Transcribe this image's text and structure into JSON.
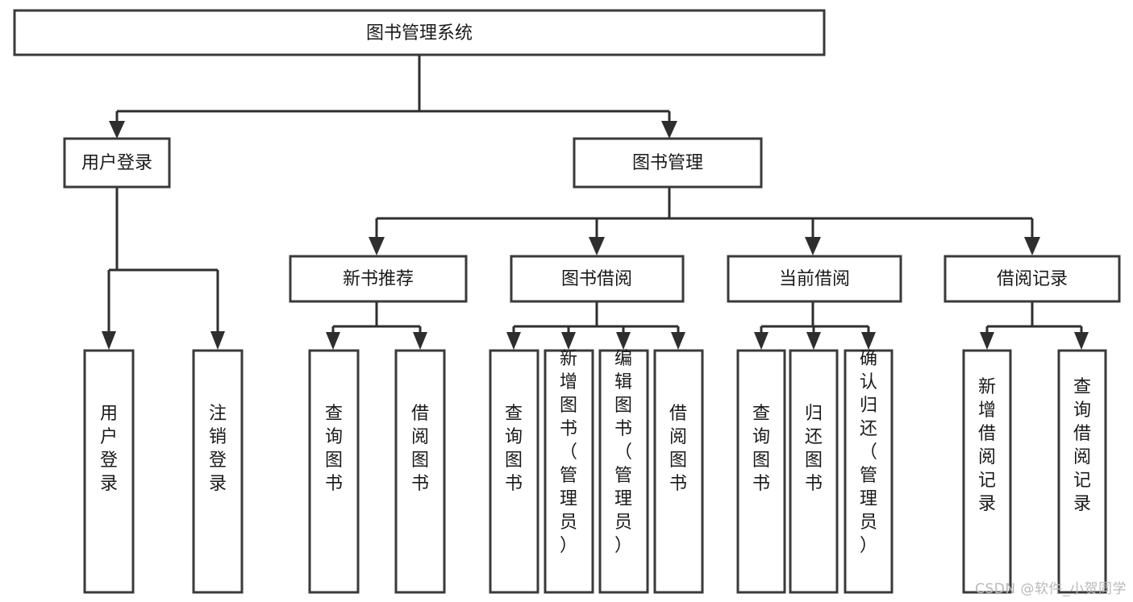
{
  "diagram": {
    "type": "tree-hierarchy",
    "title": "图书管理系统",
    "watermark": "CSDN @软件_小贺同学",
    "colors": {
      "background": "#ffffff",
      "box_fill": "#ffffff",
      "box_stroke": "#3a3a3a",
      "connector": "#2e2e2e",
      "label_text": "#1a1a1a",
      "watermark_text": "#b9b9b9"
    },
    "levels": [
      {
        "level": 1,
        "nodes": [
          {
            "id": "root",
            "label": "图书管理系统",
            "orientation": "horizontal"
          }
        ]
      },
      {
        "level": 2,
        "nodes": [
          {
            "id": "user-login",
            "label": "用户登录",
            "orientation": "horizontal",
            "parent": "root"
          },
          {
            "id": "book-manage",
            "label": "图书管理",
            "orientation": "horizontal",
            "parent": "root"
          }
        ]
      },
      {
        "level": 3,
        "nodes": [
          {
            "id": "new-book-recommend",
            "label": "新书推荐",
            "orientation": "horizontal",
            "parent": "book-manage"
          },
          {
            "id": "book-borrow",
            "label": "图书借阅",
            "orientation": "horizontal",
            "parent": "book-manage"
          },
          {
            "id": "current-borrow",
            "label": "当前借阅",
            "orientation": "horizontal",
            "parent": "book-manage"
          },
          {
            "id": "borrow-record",
            "label": "借阅记录",
            "orientation": "horizontal",
            "parent": "book-manage"
          }
        ]
      },
      {
        "level": 4,
        "nodes": [
          {
            "id": "leaf-user-login",
            "label": "用户登录",
            "orientation": "vertical",
            "parent": "user-login"
          },
          {
            "id": "leaf-user-logout",
            "label": "注销登录",
            "orientation": "vertical",
            "parent": "user-login"
          },
          {
            "id": "leaf-query-book-1",
            "label": "查询图书",
            "orientation": "vertical",
            "parent": "new-book-recommend"
          },
          {
            "id": "leaf-borrow-book-1",
            "label": "借阅图书",
            "orientation": "vertical",
            "parent": "new-book-recommend"
          },
          {
            "id": "leaf-query-book-2",
            "label": "查询图书",
            "orientation": "vertical",
            "parent": "book-borrow"
          },
          {
            "id": "leaf-add-book",
            "label": "新增图书（管理员）",
            "orientation": "vertical",
            "parent": "book-borrow"
          },
          {
            "id": "leaf-edit-book",
            "label": "编辑图书（管理员）",
            "orientation": "vertical",
            "parent": "book-borrow"
          },
          {
            "id": "leaf-borrow-book-2",
            "label": "借阅图书",
            "orientation": "vertical",
            "parent": "book-borrow"
          },
          {
            "id": "leaf-query-book-3",
            "label": "查询图书",
            "orientation": "vertical",
            "parent": "current-borrow"
          },
          {
            "id": "leaf-return-book",
            "label": "归还图书",
            "orientation": "vertical",
            "parent": "current-borrow"
          },
          {
            "id": "leaf-confirm-return",
            "label": "确认归还（管理员）",
            "orientation": "vertical",
            "parent": "current-borrow"
          },
          {
            "id": "leaf-add-record",
            "label": "新增借阅记录",
            "orientation": "vertical",
            "parent": "borrow-record"
          },
          {
            "id": "leaf-query-record",
            "label": "查询借阅记录",
            "orientation": "vertical",
            "parent": "borrow-record"
          }
        ]
      }
    ]
  }
}
